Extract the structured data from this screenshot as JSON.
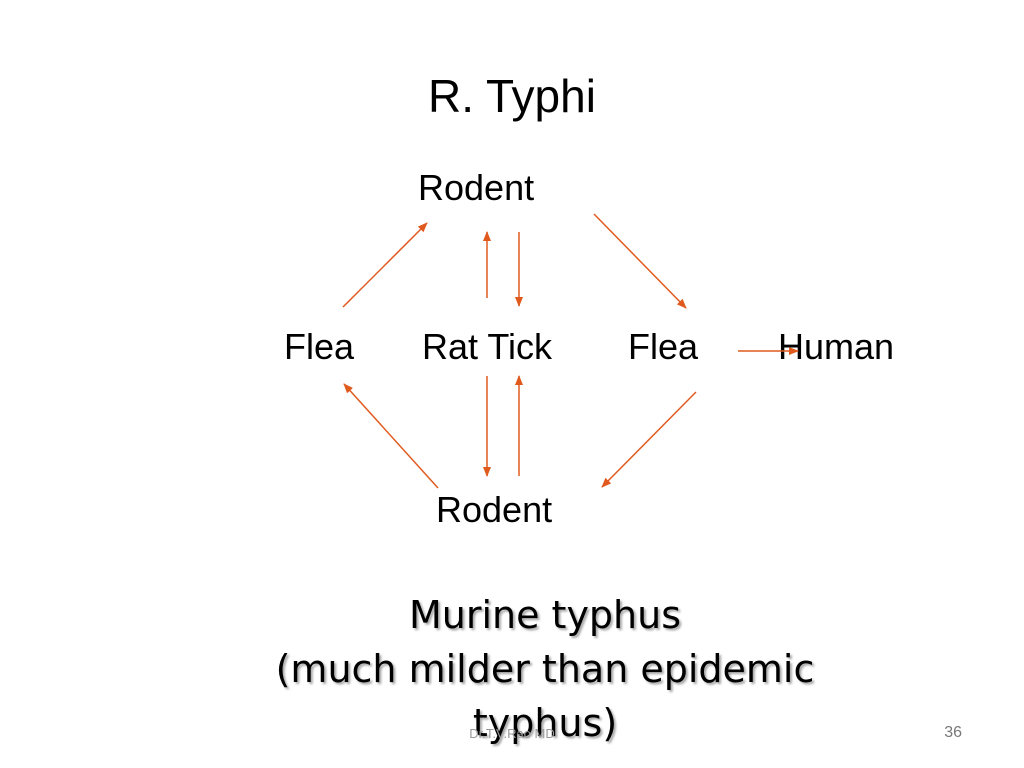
{
  "slide": {
    "title": "R. Typhi",
    "caption_line1": "Murine typhus",
    "caption_line2": "(much milder than epidemic",
    "caption_line3": "typhus)",
    "footer": "Dr.T.V.Rao MD",
    "page_number": "36"
  },
  "diagram": {
    "nodes": {
      "rodent_top": "Rodent",
      "flea_left": "Flea",
      "rat_tick": "Rat Tick",
      "flea_right": "Flea",
      "human": "Human",
      "rodent_bottom": "Rodent"
    },
    "arrow_color": "#E05A1E"
  }
}
